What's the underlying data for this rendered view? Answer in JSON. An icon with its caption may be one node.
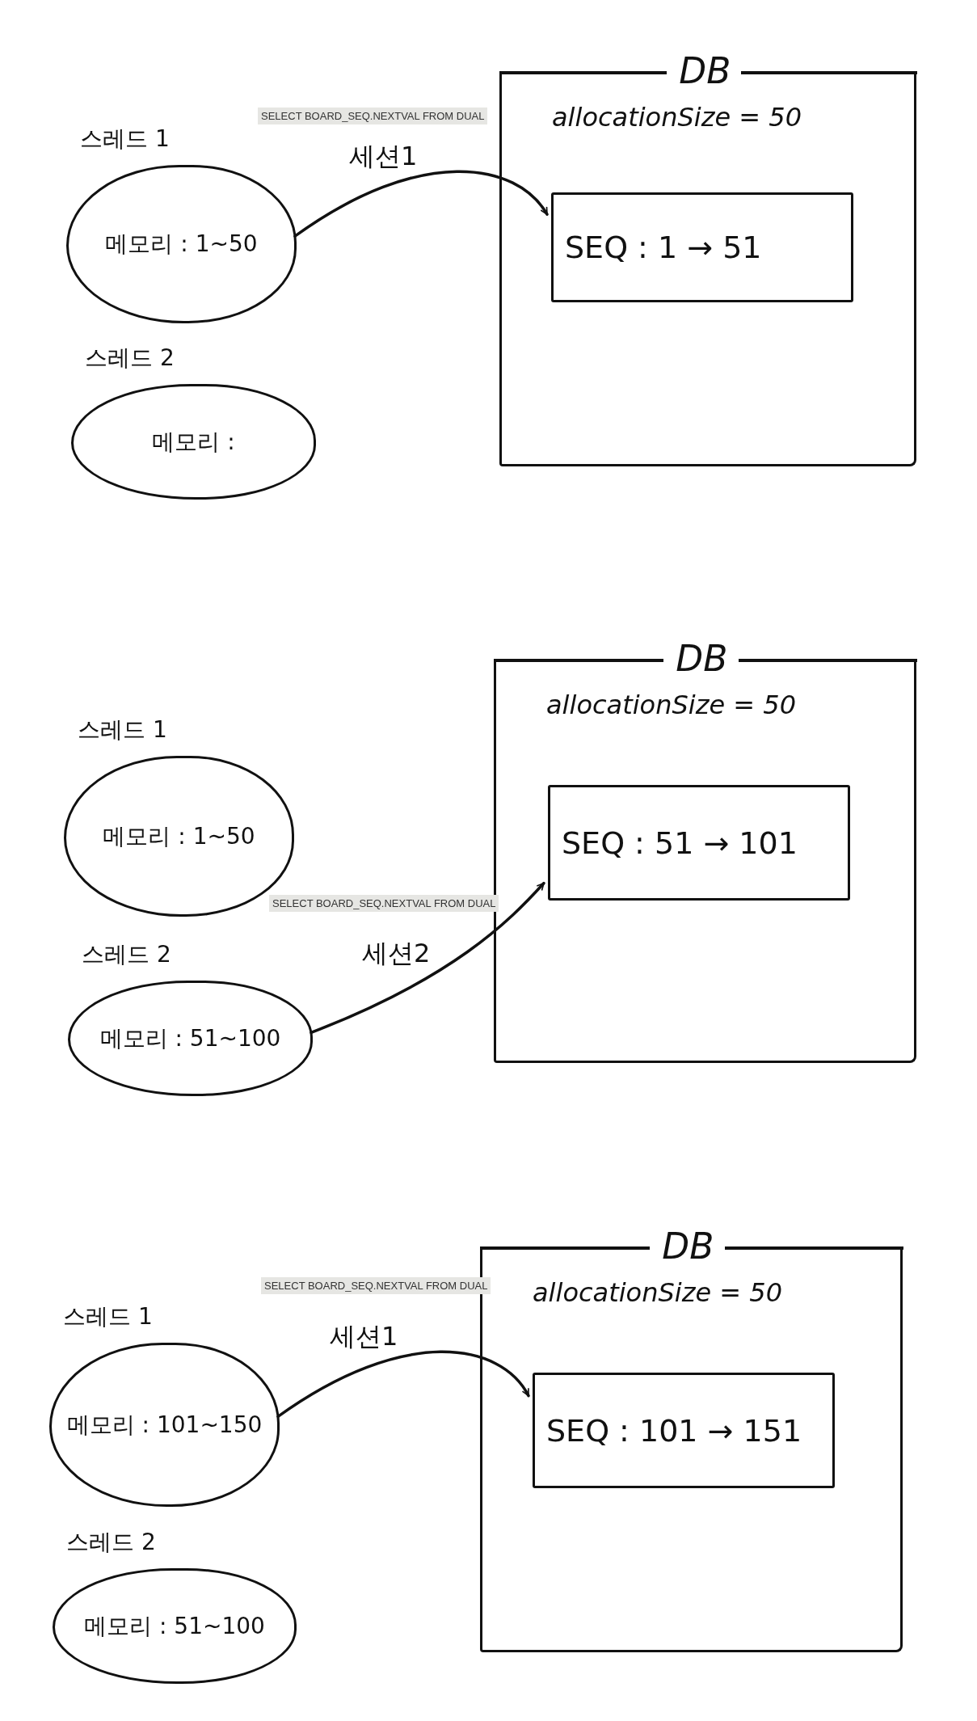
{
  "diagram": {
    "nodes": [
      {
        "text": [
          "스레드 1",
          "메모리 : 1~50"
        ]
      },
      {
        "text": [
          "DB",
          "allocationSize = 50"
        ]
      },
      {
        "text": [
          "SEQ : 1 → 51"
        ],
        "in": 1
      },
      {
        "text": [
          "스레드 2",
          "메모리 :"
        ]
      },
      {
        "text": [
          "스레드 1",
          "메모리 : 1~50"
        ]
      },
      {
        "text": [
          "DB",
          "allocationSize = 50"
        ]
      },
      {
        "text": [
          "SEQ : 51 → 101"
        ],
        "in": 5
      },
      {
        "text": [
          "스레드 2",
          "메모리 : 51~100"
        ]
      },
      {
        "text": [
          "스레드 1",
          "메모리 : 101~150"
        ]
      },
      {
        "text": [
          "DB",
          "allocationSize = 50"
        ]
      },
      {
        "text": [
          "SEQ : 101 → 151"
        ],
        "in": 9
      },
      {
        "text": [
          "스레드 2",
          "메모리 : 51~100"
        ]
      }
    ],
    "edges": [
      {
        "from": 0,
        "to": 2,
        "arrow": "to",
        "label": "세션1"
      },
      {
        "from": 7,
        "to": 6,
        "arrow": "to",
        "label": "세션2"
      },
      {
        "from": 8,
        "to": 10,
        "arrow": "to",
        "label": "세션1"
      }
    ],
    "labels": [
      "SELECT BOARD_SEQ.NEXTVAL FROM DUAL",
      "SELECT BOARD_SEQ.NEXTVAL FROM DUAL",
      "SELECT BOARD_SEQ.NEXTVAL FROM DUAL"
    ]
  }
}
